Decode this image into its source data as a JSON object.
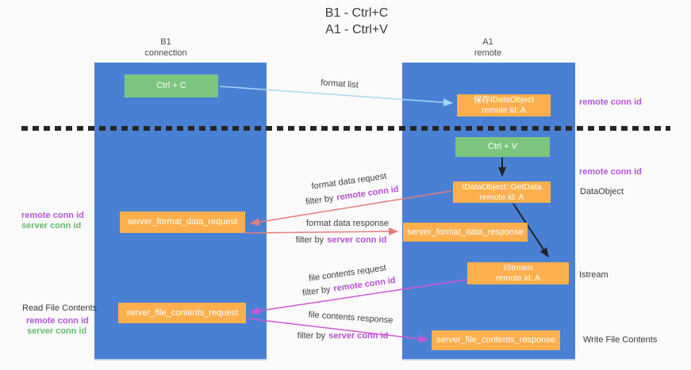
{
  "title": {
    "line1": "B1 - Ctrl+C",
    "line2": "A1 - Ctrl+V"
  },
  "columns": {
    "left": {
      "name": "B1",
      "role": "connection"
    },
    "right": {
      "name": "A1",
      "role": "remote"
    }
  },
  "boxes": {
    "ctrl_c": {
      "label": "Ctrl + C"
    },
    "save_idataobject": {
      "line1": "保存IDataObject",
      "line2": "remote id: A"
    },
    "ctrl_v": {
      "label": "Ctrl + V"
    },
    "getdata": {
      "line1": "IDataObject::GetData",
      "line2": "remote id: A"
    },
    "format_request": {
      "label": "server_format_data_request"
    },
    "format_response": {
      "label": "server_format_data_response"
    },
    "istream": {
      "line1": "IStream",
      "line2": "remote id: A"
    },
    "file_request": {
      "label": "server_file_contents_request"
    },
    "file_response": {
      "label": "server_file_contents_response"
    }
  },
  "flow_labels": {
    "format_list": "format list",
    "format_data_request": "format data request",
    "format_data_response": "format data response",
    "file_contents_request": "file contents request",
    "file_contents_response": "file contents response",
    "filter_by": "filter by",
    "remote_conn_id": "remote conn id",
    "server_conn_id": "server conn id"
  },
  "side_labels": {
    "remote_conn_id": "remote conn id",
    "server_conn_id": "server conn id",
    "dataobject": "DataObject",
    "istream": "Istream",
    "read_file_contents": "Read File Contents",
    "write_file_contents": "Write File Contents"
  },
  "colors": {
    "column_blue": "#4a80d4",
    "box_green": "#7dc57f",
    "box_orange": "#fbb04d",
    "arrow_light_blue": "#a9d7f3",
    "arrow_red": "#e87c7c",
    "arrow_magenta": "#cf57d3",
    "arrow_black": "#222222",
    "label_purple": "#b455d8",
    "label_green": "#67bb6b",
    "label_magenta": "#b84fd6"
  }
}
